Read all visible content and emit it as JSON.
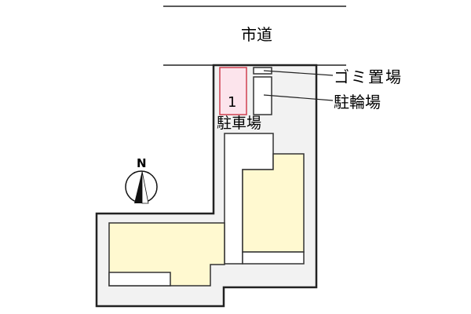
{
  "road": {
    "label": "市道"
  },
  "parking": {
    "label": "駐車場",
    "space_number": "1",
    "fill": "#fce4ec",
    "stroke": "#d04050"
  },
  "callouts": [
    {
      "label": "ゴミ置場"
    },
    {
      "label": "駐輪場"
    }
  ],
  "compass": {
    "label": "N"
  },
  "colors": {
    "lot_fill": "#f2f2f2",
    "building_fill": "#fff9d0",
    "outline": "#222222"
  }
}
